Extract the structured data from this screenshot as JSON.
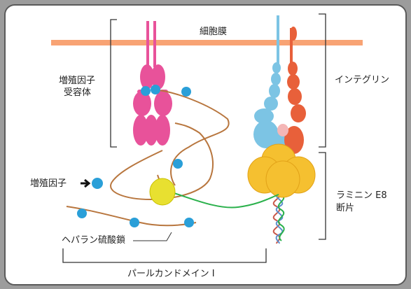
{
  "labels": {
    "membrane": "細胞膜",
    "gf_receptor_1": "増殖因子",
    "gf_receptor_2": "受容体",
    "integrin": "インテグリン",
    "growth_factor": "増殖因子",
    "heparan_sulfate": "ヘパラン硫酸鎖",
    "perlecan_domain": "パールカンドメイン I",
    "laminin_1": "ラミニン E8",
    "laminin_2": "断片"
  },
  "colors": {
    "membrane": "#f8a374",
    "receptor": "#e8529a",
    "growth_factor": "#2a9fd8",
    "heparan_chain": "#b8763e",
    "core_protein": "#e8e030",
    "integrin_alpha": "#7cc4e4",
    "integrin_beta": "#e8603a",
    "laminin": "#f5c030",
    "linker": "#2bb14c"
  }
}
